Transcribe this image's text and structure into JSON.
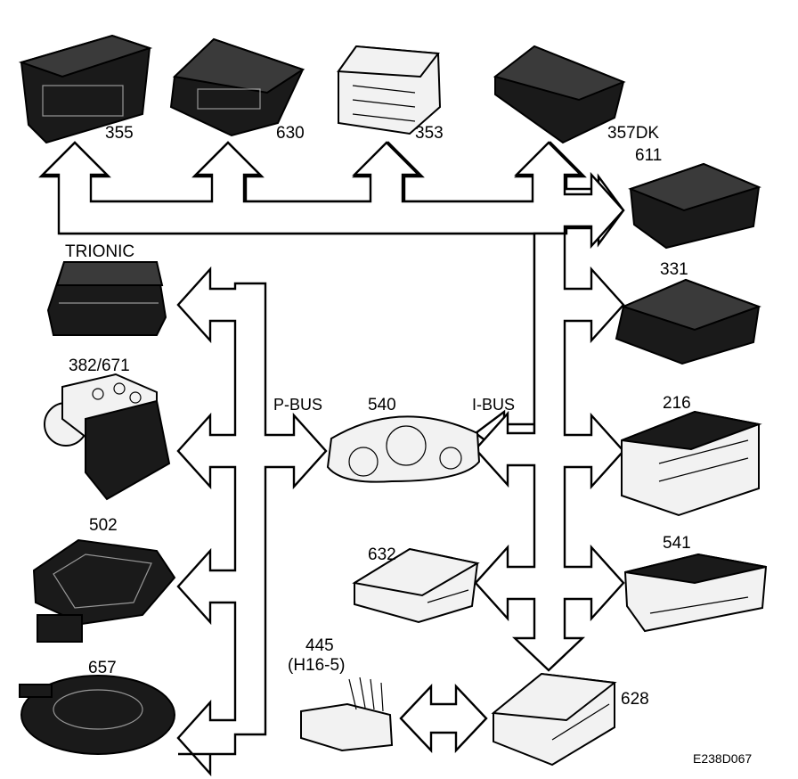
{
  "modules": {
    "m355": "355",
    "m630": "630",
    "m353": "353",
    "m357dk": "357DK",
    "m611": "611",
    "m331": "331",
    "m216": "216",
    "m541": "541",
    "m628": "628",
    "trionic": "TRIONIC",
    "m382": "382/671",
    "m502": "502",
    "m657": "657",
    "m540": "540",
    "m632": "632",
    "m445": "445",
    "m445sub": "(H16-5)"
  },
  "buses": {
    "pbus": "P-BUS",
    "ibus": "I-BUS"
  },
  "figure_ref": "E238D067"
}
